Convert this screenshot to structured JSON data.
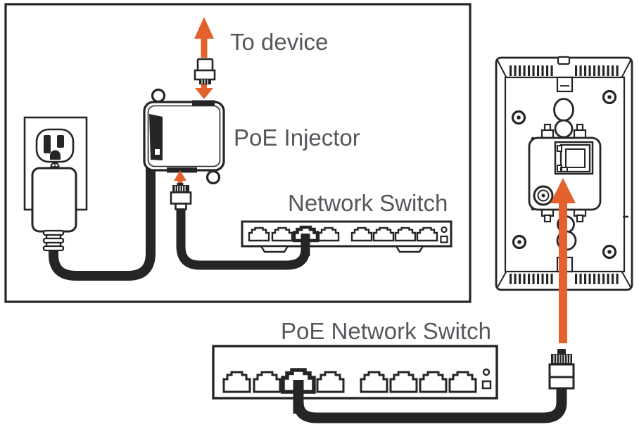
{
  "labels": {
    "to_device": "To device",
    "poe_injector": "PoE Injector",
    "network_switch": "Network Switch",
    "poe_network_switch": "PoE Network Switch"
  },
  "colors": {
    "line": "#262424",
    "label": "#55575c",
    "accent": "#e2612c",
    "bg": "#ffffff"
  },
  "switches": {
    "network_switch": {
      "port_count": 8,
      "cable_connected_port": 3
    },
    "poe_network_switch": {
      "port_count": 8,
      "cable_connected_port": 3
    }
  }
}
